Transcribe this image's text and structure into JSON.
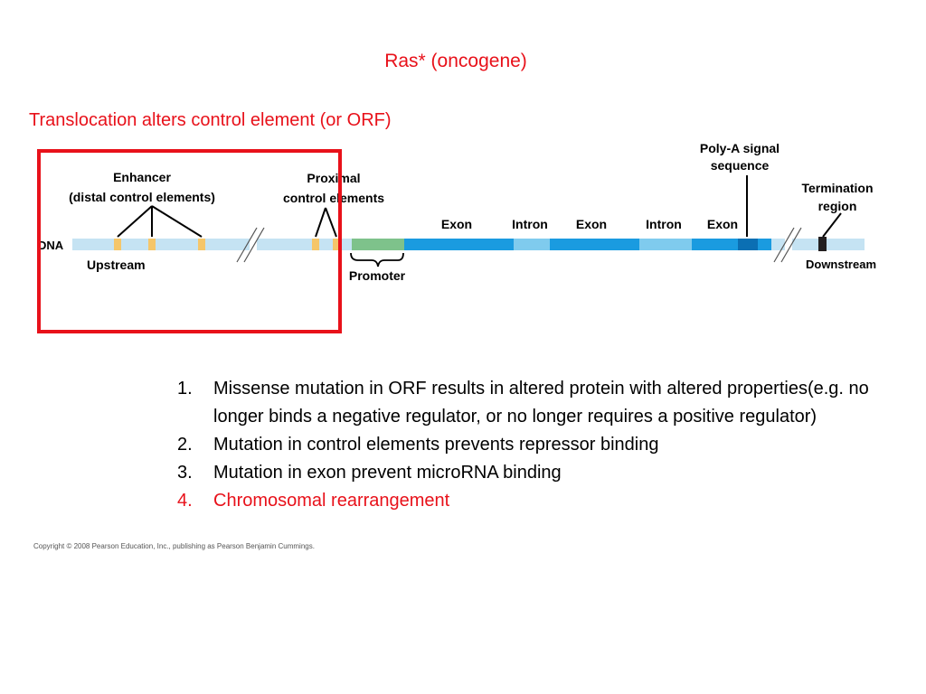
{
  "title": "Ras* (oncogene)",
  "subtitle": "Translocation alters control element (or ORF)",
  "diagram": {
    "enhancer_label_line1": "Enhancer",
    "enhancer_label_line2": "(distal control elements)",
    "proximal_label_line1": "Proximal",
    "proximal_label_line2": "control elements",
    "polya_label_line1": "Poly-A signal",
    "polya_label_line2": "sequence",
    "termination_label_line1": "Termination",
    "termination_label_line2": "region",
    "dna_label": "DNA",
    "upstream_label": "Upstream",
    "promoter_label": "Promoter",
    "downstream_label": "Downstream",
    "exon_intron_labels": [
      "Exon",
      "Intron",
      "Exon",
      "Intron",
      "Exon"
    ],
    "colors": {
      "dna_strand": "#c5e3f3",
      "control_element": "#f5c66a",
      "promoter": "#7ec28b",
      "exon": "#1a9be0",
      "intron": "#7fcbee",
      "polya": "#0b6fb3",
      "termination": "#231f20",
      "highlight_box": "#e8111a"
    }
  },
  "list": {
    "items": [
      {
        "num": "1.",
        "text": "Missense mutation in ORF results in altered protein with altered properties(e.g. no longer binds a negative regulator, or no longer requires a positive regulator)"
      },
      {
        "num": "2.",
        "text": "Mutation in control elements prevents repressor binding"
      },
      {
        "num": "3.",
        "text": "Mutation in exon prevent microRNA binding"
      },
      {
        "num": "4.",
        "text": "Chromosomal rearrangement"
      }
    ]
  },
  "copyright": "Copyright © 2008 Pearson Education, Inc., publishing as Pearson Benjamin Cummings."
}
